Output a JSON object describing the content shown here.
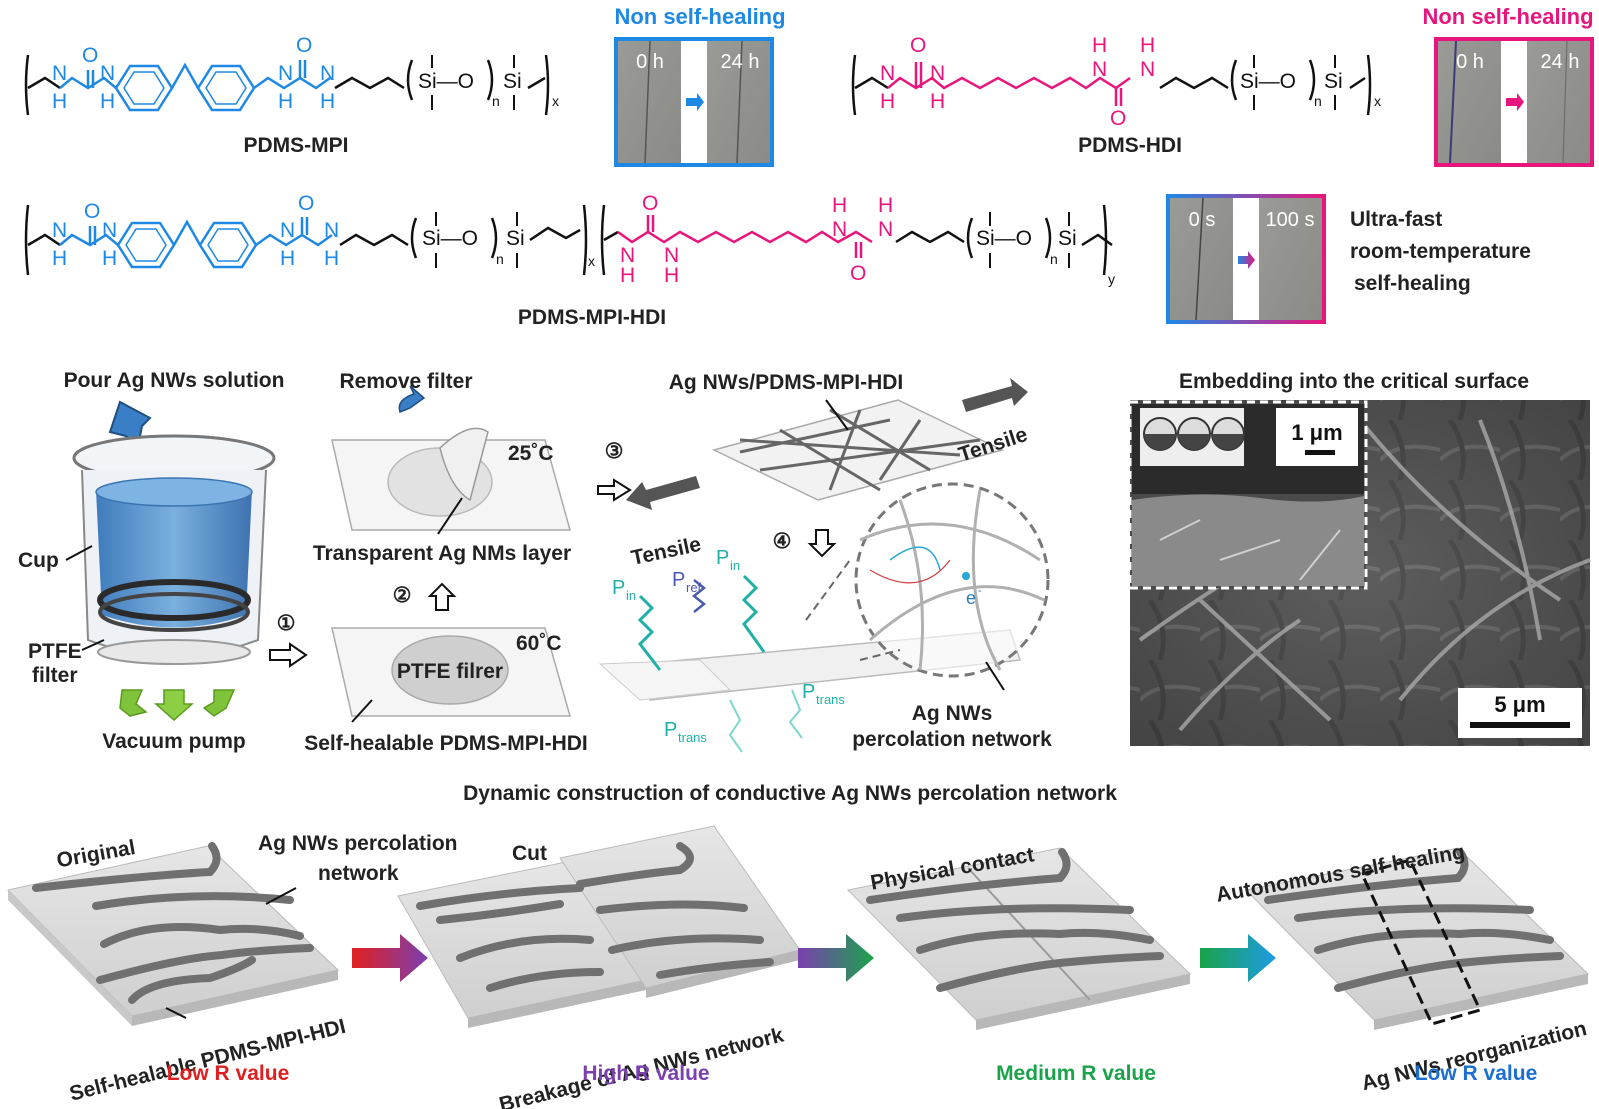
{
  "chem": {
    "mpi": {
      "name": "PDMS-MPI",
      "sub_x": "x",
      "sub_n": "n"
    },
    "hdi": {
      "name": "PDMS-HDI",
      "sub_x": "x",
      "sub_n": "n"
    },
    "copolymer": {
      "name": "PDMS-MPI-HDI",
      "sub_x": "x",
      "sub_y": "y",
      "sub_n": "n"
    },
    "atoms": {
      "N": "N",
      "H": "H",
      "O": "O",
      "Si": "Si",
      "Si_O": "Si—O"
    }
  },
  "healing": {
    "mpi_title": "Non self-healing",
    "hdi_title": "Non self-healing",
    "mpi_before": "0 h",
    "mpi_after": "24 h",
    "hdi_before": "0 h",
    "hdi_after": "24 h",
    "co_before": "0 s",
    "co_after": "100 s",
    "co_desc_1": "Ultra-fast",
    "co_desc_2": "room-temperature",
    "co_desc_3": "self-healing"
  },
  "fab": {
    "pour": "Pour Ag NWs solution",
    "cup": "Cup",
    "ptfe_1": "PTFE",
    "ptfe_2": "filter",
    "vacuum": "Vacuum pump",
    "remove": "Remove filter",
    "temp_top": "25˚C",
    "transparent": "Transparent Ag NMs layer",
    "ptfe_filrer": "PTFE filrer",
    "temp_bottom": "60˚C",
    "self_healable": "Self-healable PDMS-MPI-HDI",
    "step1": "①",
    "step2": "②",
    "step3": "③",
    "step4": "④"
  },
  "optics": {
    "film": "Ag NWs/PDMS-MPI-HDI",
    "tensile_right": "Tensile",
    "tensile_left": "Tensile",
    "p_in": "P",
    "p_in_sub": "in",
    "p_ref": "P",
    "p_ref_sub": "ref",
    "p_trans": "P",
    "p_trans_sub": "trans",
    "electron": "e",
    "network_1": "Ag NWs",
    "network_2": "percolation network"
  },
  "sem": {
    "title": "Embedding into the critical surface",
    "scale_inset": "1 μm",
    "scale_main": "5 μm"
  },
  "dynamic": {
    "title": "Dynamic construction of conductive Ag NWs percolation network",
    "original": "Original",
    "network_1": "Ag NWs percolation",
    "network_2": "network",
    "substrate": "Self-healable PDMS-MPI-HDI",
    "cut": "Cut",
    "breakage": "Breakage of Ag NWs network",
    "contact": "Physical contact",
    "autonomous": "Autonomous self-healing",
    "reorg": "Ag NWs reorganization",
    "r_low_1": "Low R value",
    "r_high": "High R value",
    "r_medium": "Medium R value",
    "r_low_2": "Low R value"
  },
  "colors": {
    "blue": "#1e88e5",
    "pink": "#e8157d",
    "red": "#e02020",
    "purple": "#7b3fb0",
    "green": "#1aa34a",
    "lowblue": "#1a6fd1"
  }
}
